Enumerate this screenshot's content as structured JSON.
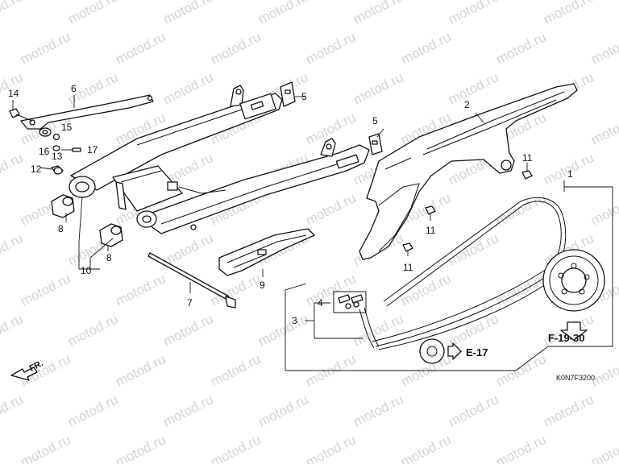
{
  "watermark": "motod.ru",
  "diagram_code": "K0N7F3200",
  "direction_label": "FR.",
  "references": [
    {
      "id": "ref-f-19-30",
      "label": "F-19-30"
    },
    {
      "id": "ref-e-17",
      "label": "E-17"
    }
  ],
  "callouts": [
    {
      "id": "1",
      "label": "1"
    },
    {
      "id": "2",
      "label": "2"
    },
    {
      "id": "3",
      "label": "3"
    },
    {
      "id": "4",
      "label": "4"
    },
    {
      "id": "5a",
      "label": "5"
    },
    {
      "id": "5b",
      "label": "5"
    },
    {
      "id": "6",
      "label": "6"
    },
    {
      "id": "7",
      "label": "7"
    },
    {
      "id": "8a",
      "label": "8"
    },
    {
      "id": "8b",
      "label": "8"
    },
    {
      "id": "9",
      "label": "9"
    },
    {
      "id": "10",
      "label": "10"
    },
    {
      "id": "11a",
      "label": "11"
    },
    {
      "id": "11b",
      "label": "11"
    },
    {
      "id": "11c",
      "label": "11"
    },
    {
      "id": "12",
      "label": "12"
    },
    {
      "id": "13",
      "label": "13"
    },
    {
      "id": "14",
      "label": "14"
    },
    {
      "id": "15",
      "label": "15"
    },
    {
      "id": "16",
      "label": "16"
    },
    {
      "id": "17",
      "label": "17"
    }
  ]
}
